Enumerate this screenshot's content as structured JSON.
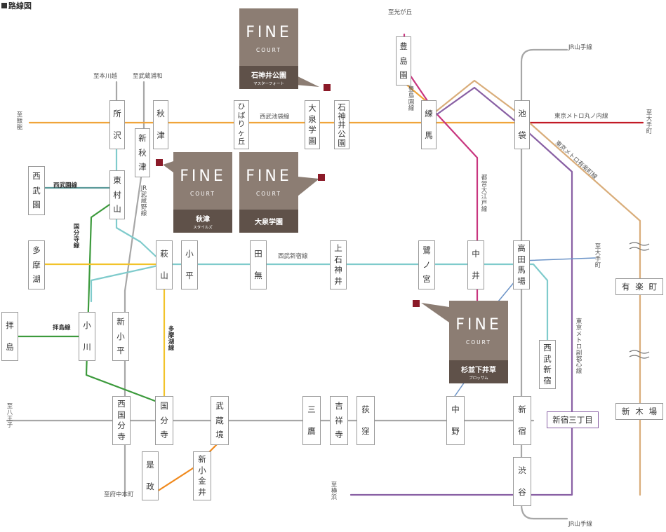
{
  "title": "路線図",
  "colors": {
    "gray": "#a7a7a7",
    "seibu_ikebukuro": "#f0a43a",
    "seibu_shinjuku": "#7fcbcc",
    "marunouchi": "#c21a25",
    "yurakucho": "#d9ad7a",
    "oedo": "#c8367f",
    "fukutoshin": "#8960a4",
    "kokubunji": "#3c9a3c",
    "haijima": "#5b9a9a",
    "tamako": "#f2c32a",
    "tamagawa": "#f08a1e",
    "fine_court": "#8c7d73",
    "fine_court_dark": "#5f5149",
    "pin": "#8b1a28"
  },
  "stations": {
    "tokorozawa": "所沢",
    "aki_tsu": "秋津",
    "hibarigaoka": "ひばりヶ丘",
    "oizumigakuen": "大泉学園",
    "shakujiikoen": "石神井公園",
    "toshimaen": "豊島園",
    "nerima": "練馬",
    "ikebukuro": "池袋",
    "shin_akitsu": "新秋津",
    "higashimurayama": "東村山",
    "seibuen": "西武園",
    "tamako": "多摩湖",
    "haguyama": "萩山",
    "kodaira": "小平",
    "tanashi": "田無",
    "kamishakujii": "上石神井",
    "saginomiya": "鷺ノ宮",
    "nakai": "中井",
    "takadanobaba": "高田馬場",
    "yurakucho": "有楽町",
    "haijima": "拝島",
    "ogawa": "小川",
    "shinkodaira": "新小平",
    "seibushinjuku": "西武新宿",
    "shinkiba": "新木場",
    "shinjuku_sanchome": "新宿三丁目",
    "nishikokubunji": "西国分寺",
    "kokubunji": "国分寺",
    "musashisakai": "武蔵境",
    "mitaka": "三鷹",
    "kichijoji": "吉祥寺",
    "ogikubo": "荻窪",
    "nakano": "中野",
    "shinjuku": "新宿",
    "koremasa": "是政",
    "shinkoganei": "新小金井",
    "shibuya": "渋谷"
  },
  "labels": {
    "to_koyasu": "至光が丘",
    "to_honkawagoe": "至本川越",
    "to_musashiurawa": "至武蔵浦和",
    "jr_yamanote_top": "JR山手線",
    "jr_yamanote_bottom": "JR山手線",
    "to_hanno": "至飯能",
    "seibu_ikebukuro_line": "西武池袋線",
    "toshimaen_line": "豊島園線",
    "marunouchi_line": "東京メトロ丸ノ内線",
    "to_otemachi_1": "至大手町",
    "yurakucho_line": "東京メトロ有楽町線",
    "oedo_line": "都営大江戸線",
    "jr_musashino_line": "JR武蔵野線",
    "seibuen_line": "西武園線",
    "kokubunji_line": "国分寺線",
    "seibu_shinjuku_line": "西武新宿線",
    "to_otemachi_2": "至大手町",
    "haijima_line": "拝島線",
    "tamako_line": "多摩湖線",
    "fukutoshin_line": "東京メトロ副都心線",
    "to_hachioji": "至八王子",
    "to_fuchuhommachi": "至府中本町",
    "to_yokohama": "至横浜"
  },
  "properties": [
    {
      "brand": "FINE",
      "sub": "COURT",
      "name": "石神井公園",
      "tag": "マスターフォート"
    },
    {
      "brand": "FINE",
      "sub": "COURT",
      "name": "秋津",
      "tag": "スタイルズ"
    },
    {
      "brand": "FINE",
      "sub": "COURT",
      "name": "大泉学園",
      "tag": ""
    },
    {
      "brand": "FINE",
      "sub": "COURT",
      "name": "杉並下井草",
      "tag": "プロッサム"
    }
  ]
}
